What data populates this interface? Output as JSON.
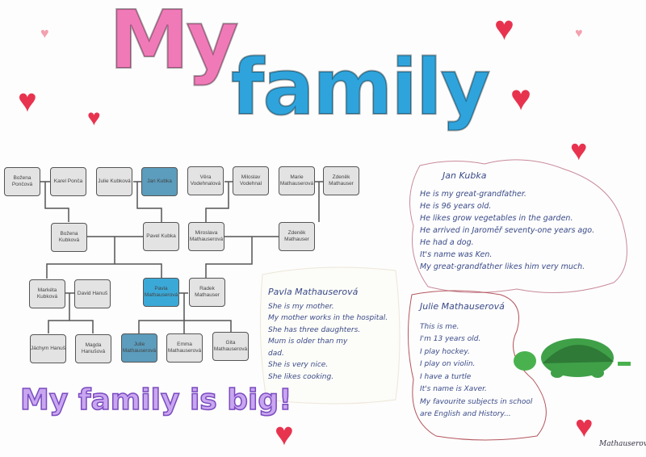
{
  "title": {
    "word1": "My",
    "word2": "family"
  },
  "tree": {
    "row1": [
      "Božena Pončová",
      "Karel Ponča",
      "Julie Kubková",
      "Jan Kubka",
      "Věra Vodehnalová",
      "Miloslav Vodehnal",
      "Marie Mathauserová",
      "Zdeněk Mathauser"
    ],
    "row2": [
      "Božena Kubková",
      "Pavel Kubka",
      "Miroslava Mathauserová",
      "Zdeněk Mathauser"
    ],
    "row3": [
      "Markéta Kubková",
      "David Hanuš",
      "Pavla Mathauserová",
      "Radek Mathauser"
    ],
    "row4": [
      "Jáchym Hanuš",
      "Magda Hanušová",
      "Julie Mathauserová",
      "Emma Mathauserová",
      "Gita Mathauserová"
    ]
  },
  "notes": {
    "jan": {
      "name": "Jan Kubka",
      "lines": [
        "He is my great-grandfather.",
        "He is 96 years old.",
        "He likes grow vegetables in the garden.",
        "He arrived in Jaroměř seventy-one years ago.",
        "He had a dog.",
        "It's name was Ken.",
        "My great-grandfather likes him very much."
      ]
    },
    "pavla": {
      "name": "Pavla Mathauserová",
      "lines": [
        "She is my mother.",
        "My mother works in the hospital.",
        "She has three daughters.",
        "Mum is older than my",
        "dad.",
        "She is very nice.",
        "She likes cooking."
      ]
    },
    "julie": {
      "name": "Julie Mathauserová",
      "lines": [
        "This is me.",
        "I'm 13 years old.",
        "I play hockey.",
        "I play on violin.",
        "I have a turtle",
        "It's name is Xaver.",
        "My favourite subjects in school",
        "are English and History..."
      ]
    }
  },
  "motto": "My family is big!",
  "signature": "Mathauserová",
  "colors": {
    "pink": "#f07ab8",
    "blue": "#2fa4dc",
    "heart": "#e8334f",
    "ink": "#3a4a88",
    "purple": "#c9a6f0"
  }
}
